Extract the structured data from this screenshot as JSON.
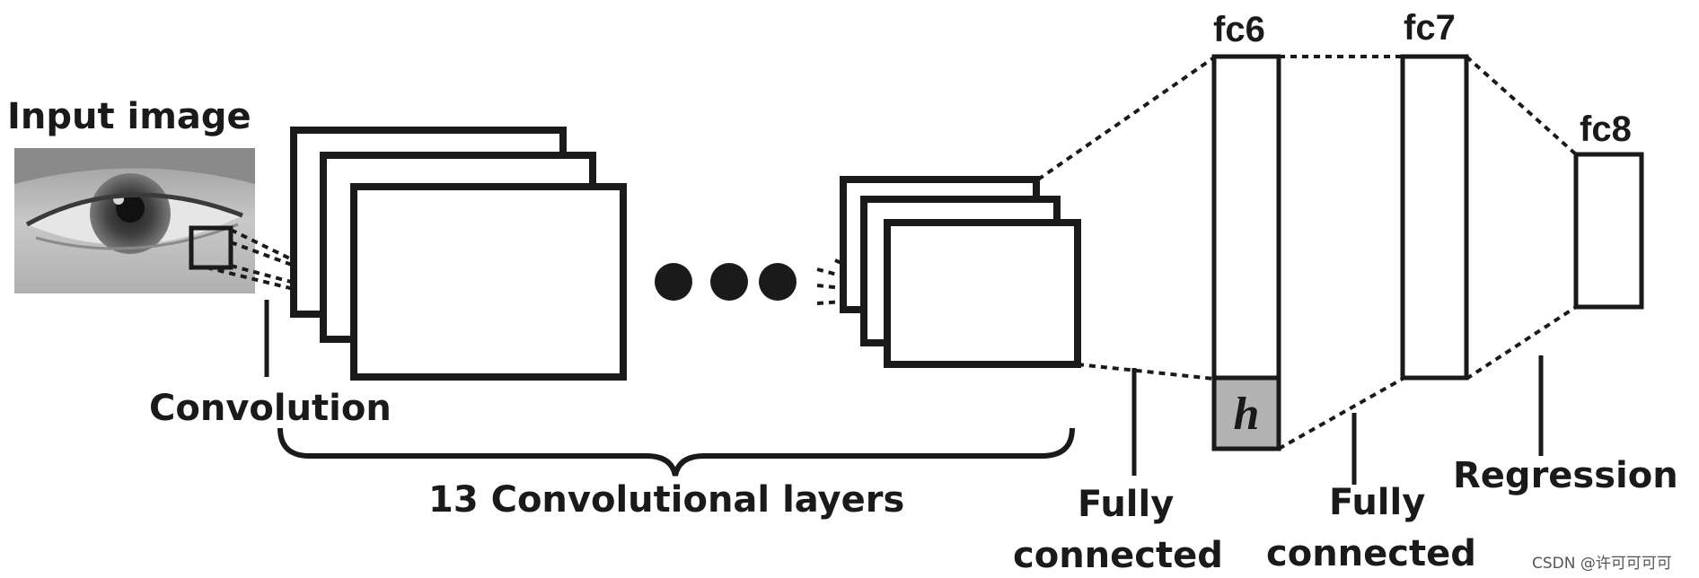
{
  "labels": {
    "input_image": "Input image",
    "convolution": "Convolution",
    "conv_layers": "13 Convolutional layers",
    "fc6": "fc6",
    "fc7": "fc7",
    "fc8": "fc8",
    "hash_unit": "h",
    "fully_connected_1_line1": "Fully",
    "fully_connected_1_line2": "connected",
    "fully_connected_2_line1": "Fully",
    "fully_connected_2_line2": "connected",
    "regression": "Regression"
  },
  "watermark": "CSDN @许可可可可",
  "colors": {
    "stroke": "#1a1a1a",
    "hash_fill": "#b3b3b3"
  }
}
